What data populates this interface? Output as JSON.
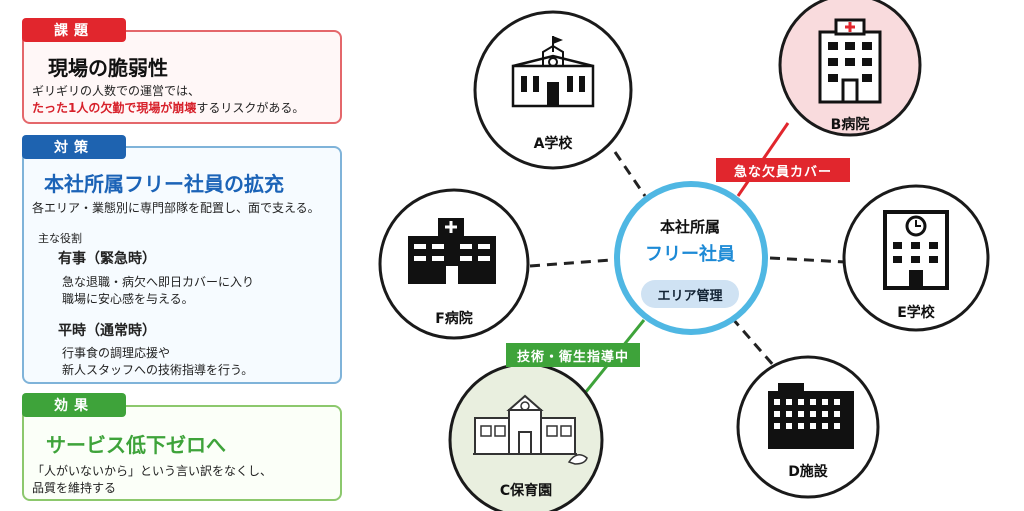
{
  "issue": {
    "tag": "課題",
    "title": "現場の脆弱性",
    "line1": "ギリギリの人数での運営では、",
    "line2_red": "たった1人の欠勤で現場が崩壊",
    "line2_rest": "するリスクがある。"
  },
  "measure": {
    "tag": "対策",
    "title": "本社所属フリー社員の拡充",
    "subtitle": "各エリア・業態別に専門部隊を配置し、面で支える。",
    "roles_label": "主な役割",
    "role1_title": "有事（緊急時）",
    "role1_line1": "急な退職・病欠へ即日カバーに入り",
    "role1_line2": "職場に安心感を与える。",
    "role2_title": "平時（通常時）",
    "role2_line1": "行事食の調理応援や",
    "role2_line2": "新人スタッフへの技術指導を行う。"
  },
  "effect": {
    "tag": "効果",
    "title": "サービス低下ゼロへ",
    "line1": "「人がいないから」という言い訳をなくし、",
    "line2": "品質を維持する"
  },
  "diagram": {
    "center_line1": "本社所属",
    "center_line2": "フリー社員",
    "center_pill": "エリア管理",
    "nodes": {
      "a": "A学校",
      "b": "B病院",
      "c": "C保育園",
      "d": "D施設",
      "e": "E学校",
      "f": "F病院"
    },
    "edge_red": "急な欠員カバー",
    "edge_green": "技術・衛生指導中"
  },
  "colors": {
    "red": "#e1262d",
    "blue": "#1e63b0",
    "green": "#3ea33a",
    "center_ring": "#4fb7e3",
    "node_b_fill": "#f9dbdd",
    "node_c_fill": "#e9efdf"
  },
  "icons": {
    "a": "school-icon",
    "b": "hospital-icon",
    "c": "nursery-icon",
    "d": "facility-building-icon",
    "e": "school-clock-icon",
    "f": "hospital-icon"
  }
}
